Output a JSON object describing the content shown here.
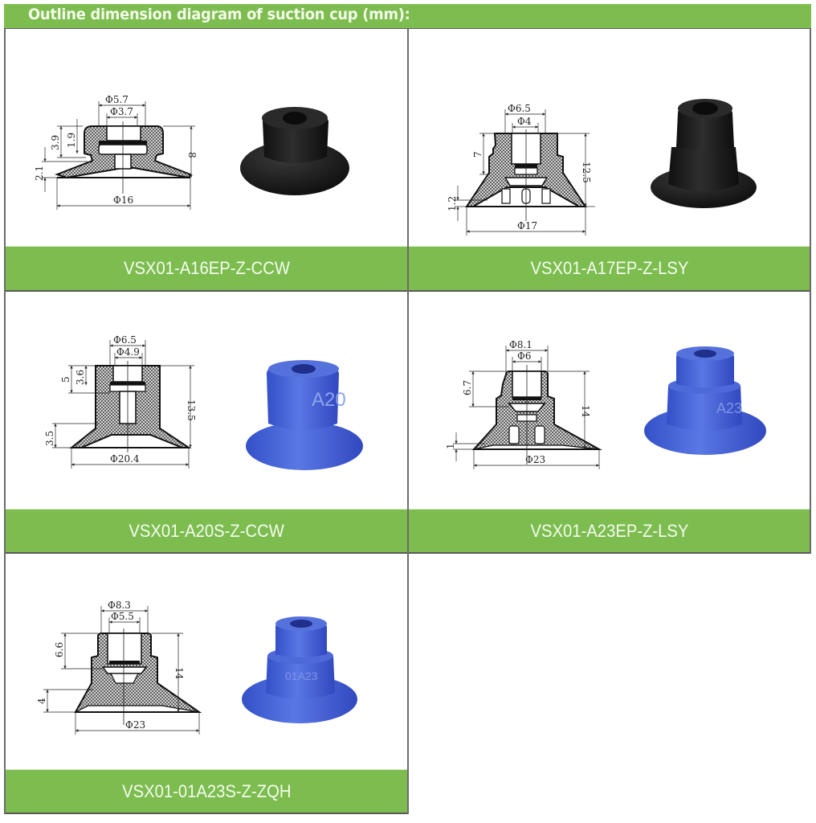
{
  "header": {
    "title": "Outline dimension diagram of suction cup (mm):",
    "background_color": "#7dbd50",
    "text_color": "#f3fbe9"
  },
  "products": [
    {
      "model": "VSX01-A16EP-Z-CCW",
      "color": "black",
      "photo_color_hex": "#1c1c1c",
      "dimensions": {
        "outer_top_diameter": "Φ5.7",
        "inner_diameter": "Φ3.7",
        "base_diameter": "Φ16",
        "total_height": "8",
        "upper_height": "3.9",
        "groove_height": "1.9",
        "lip_height": "2.1"
      }
    },
    {
      "model": "VSX01-A17EP-Z-LSY",
      "color": "black",
      "photo_color_hex": "#1c1c1c",
      "dimensions": {
        "outer_top_diameter": "Φ6.5",
        "inner_diameter": "Φ4",
        "base_diameter": "Φ17",
        "total_height": "12.5",
        "upper_height": "7",
        "lip_height": "1.2"
      }
    },
    {
      "model": "VSX01-A20S-Z-CCW",
      "color": "blue",
      "photo_color_hex": "#4b68d8",
      "photo_marking": "A20",
      "dimensions": {
        "outer_top_diameter": "Φ6.5",
        "inner_diameter": "Φ4.9",
        "base_diameter": "Φ20.4",
        "total_height": "13.5",
        "upper_height": "5",
        "groove_height": "3.6",
        "lip_height": "3.5"
      }
    },
    {
      "model": "VSX01-A23EP-Z-LSY",
      "color": "blue",
      "photo_color_hex": "#3f5ed6",
      "photo_marking": "A23",
      "dimensions": {
        "outer_top_diameter": "Φ8.1",
        "inner_diameter": "Φ6",
        "base_diameter": "Φ23",
        "total_height": "14",
        "upper_height": "6.7",
        "lip_height": "1"
      }
    },
    {
      "model": "VSX01-01A23S-Z-ZQH",
      "color": "blue",
      "photo_color_hex": "#3f5ed6",
      "photo_marking": "01A23",
      "dimensions": {
        "outer_top_diameter": "Φ8.3",
        "inner_diameter": "Φ5.5",
        "base_diameter": "Φ23",
        "total_height": "14",
        "upper_height": "6.6",
        "lip_height": "4"
      }
    }
  ]
}
